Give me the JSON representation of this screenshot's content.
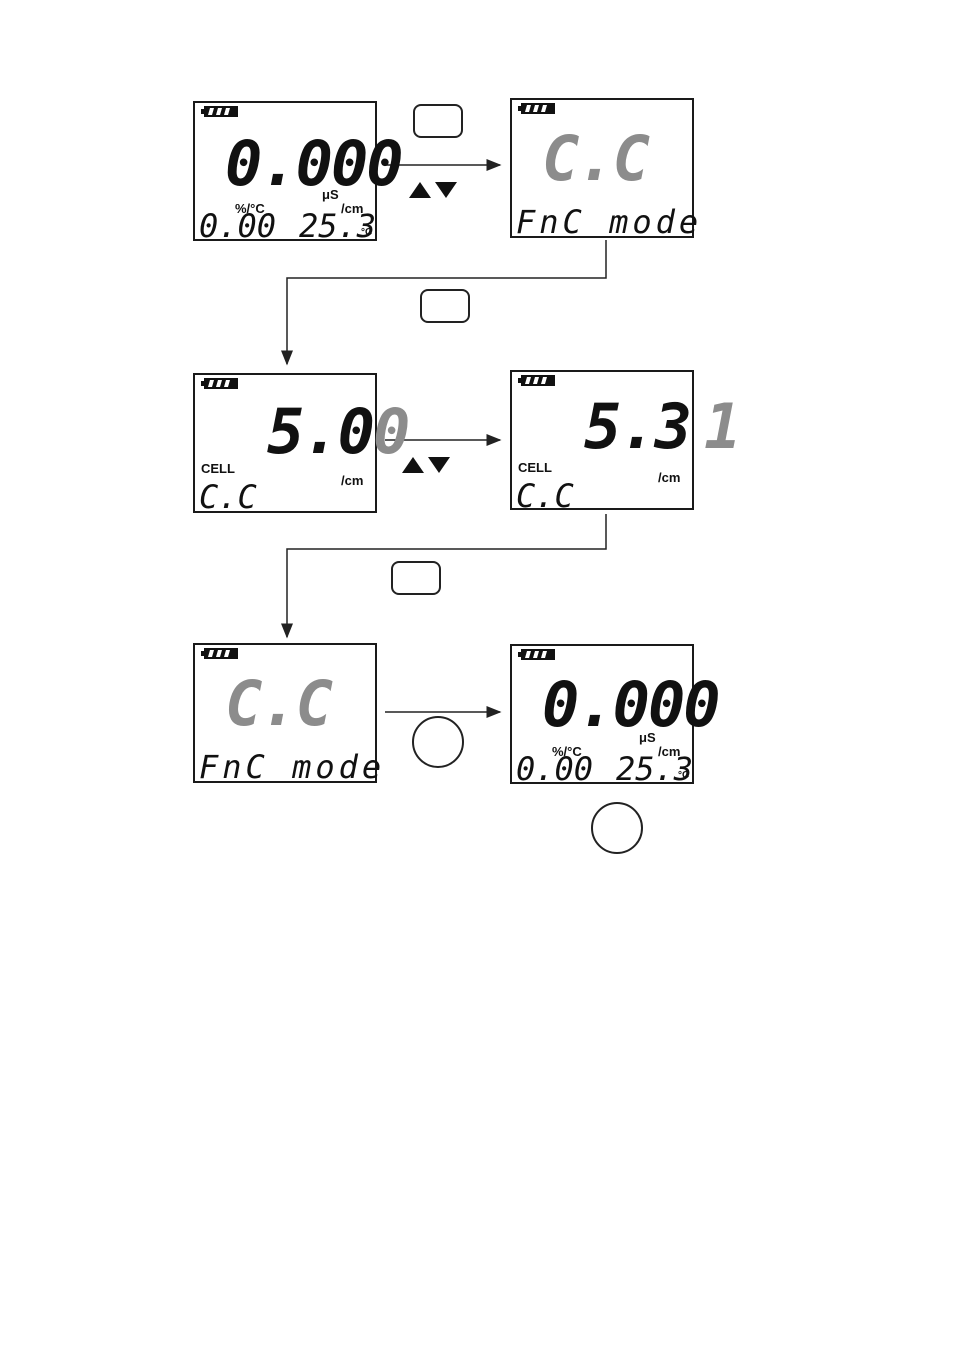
{
  "screens": [
    {
      "id": "s1",
      "main": "0.000",
      "unit_top": "μS",
      "unit_bot": "/cm",
      "param_label": "%/°C",
      "bottom_left": "0.00",
      "bottom_right": "25.3",
      "temp_unit": "°C"
    },
    {
      "id": "s2",
      "main": "C.C",
      "bottom_text": "FnC mode"
    },
    {
      "id": "s3",
      "main_prefix": "5.0",
      "main_suffix": "0",
      "label": "CELL",
      "unit": "/cm",
      "bottom_text": "C.C"
    },
    {
      "id": "s4",
      "main_prefix": "5.3",
      "main_suffix": "1",
      "label": "CELL",
      "unit": "/cm",
      "bottom_text": "C.C"
    },
    {
      "id": "s5",
      "main": "C.C",
      "bottom_text": "FnC mode"
    },
    {
      "id": "s6",
      "main": "0.000",
      "unit_top": "μS",
      "unit_bot": "/cm",
      "param_label": "%/°C",
      "bottom_left": "0.00",
      "bottom_right": "25.3",
      "temp_unit": "°C"
    }
  ],
  "colors": {
    "lcd_border": "#1a1a1a",
    "blink_digit": "#8c8c8c",
    "line": "#222222"
  }
}
